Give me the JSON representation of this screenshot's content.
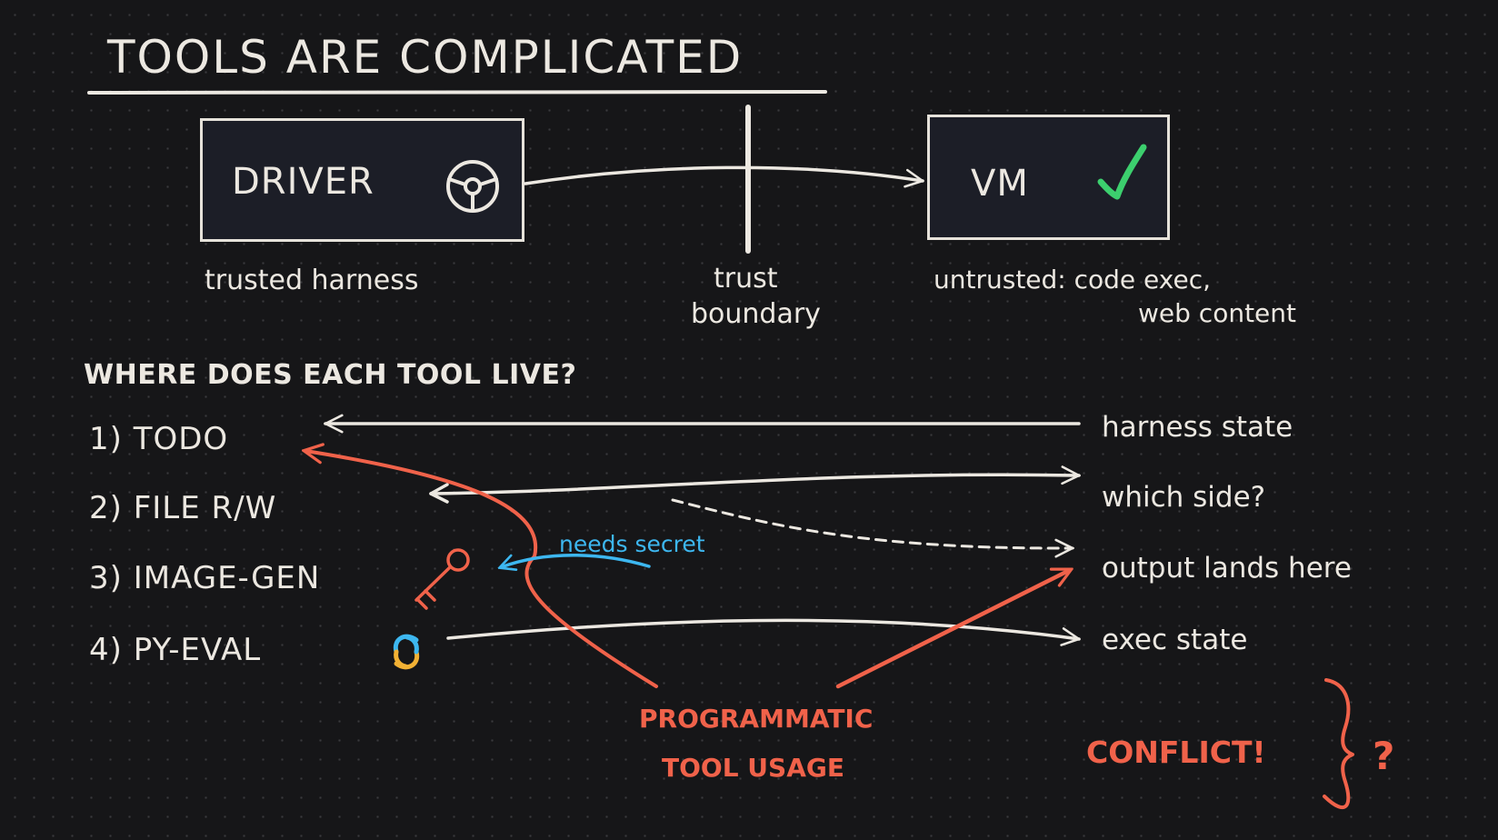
{
  "title": "TOOLS ARE COMPLICATED",
  "driver_box": {
    "label": "DRIVER",
    "icon": "steering-wheel-icon",
    "caption": "trusted harness"
  },
  "boundary": {
    "caption_line1": "trust",
    "caption_line2": "boundary"
  },
  "vm_box": {
    "label": "VM",
    "icon": "checkmark-icon",
    "caption_line1": "untrusted: code exec,",
    "caption_line2": "web content"
  },
  "section_heading": "WHERE DOES EACH TOOL LIVE?",
  "tools": [
    {
      "label": "1) TODO"
    },
    {
      "label": "2) FILE R/W"
    },
    {
      "label": "3) IMAGE-GEN",
      "icon": "key-icon"
    },
    {
      "label": "4) PY-EVAL",
      "icon": "python-icon"
    }
  ],
  "sides": [
    {
      "label": "harness state"
    },
    {
      "label": "which side?"
    },
    {
      "label": "output lands here"
    },
    {
      "label": "exec state"
    }
  ],
  "needs_secret": "needs secret",
  "programmatic": {
    "line1": "PROGRAMMATIC",
    "line2": "TOOL USAGE"
  },
  "conflict": "CONFLICT!",
  "question": "?",
  "colors": {
    "background": "#161618",
    "ink": "#ece8e1",
    "accent_red": "#f0624a",
    "accent_blue": "#3db7f0",
    "check_green": "#3ccf6e",
    "box_fill": "#1c1e27"
  }
}
